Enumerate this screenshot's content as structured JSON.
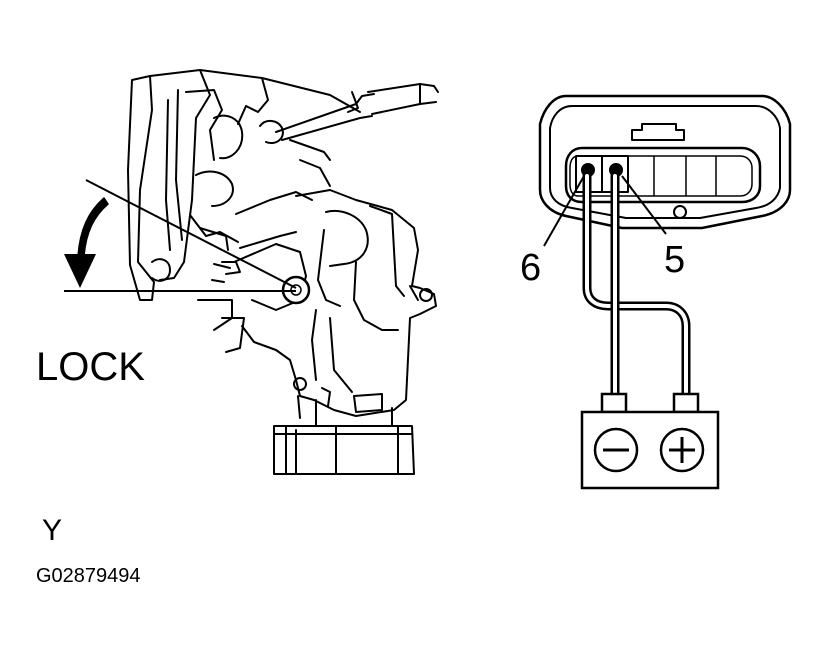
{
  "labels": {
    "lock": "LOCK",
    "terminal_6": "6",
    "terminal_5": "5",
    "view_letter": "Y",
    "figure_code": "G02879494"
  },
  "icons": {
    "rotation_arrow": "curved-arrow-down-icon",
    "battery_negative": "minus-icon",
    "battery_positive": "plus-icon"
  },
  "colors": {
    "line": "#000000",
    "background": "#ffffff"
  }
}
